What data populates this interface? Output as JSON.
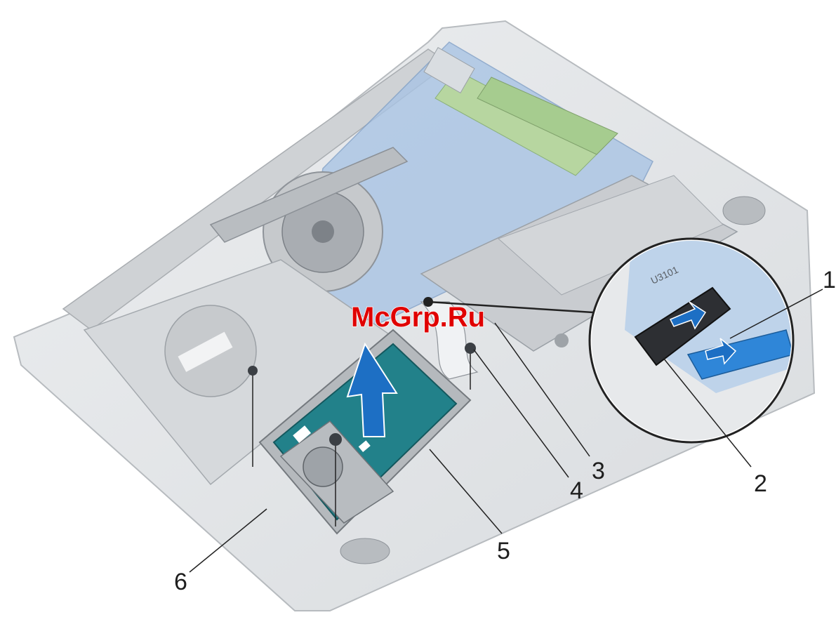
{
  "watermark": {
    "text": "McGrp.Ru"
  },
  "callouts": [
    {
      "id": "1",
      "label": "1"
    },
    {
      "id": "2",
      "label": "2"
    },
    {
      "id": "3",
      "label": "3"
    },
    {
      "id": "4",
      "label": "4"
    },
    {
      "id": "5",
      "label": "5"
    },
    {
      "id": "6",
      "label": "6"
    }
  ],
  "zoom_inset": {
    "connector_label": "U3101"
  },
  "colors": {
    "arrow_blue": "#1d6fc4",
    "board_blue": "#8fb3dc",
    "drive_green": "#1f7f83",
    "chassis": "#e4e6e8",
    "line": "#222222"
  }
}
